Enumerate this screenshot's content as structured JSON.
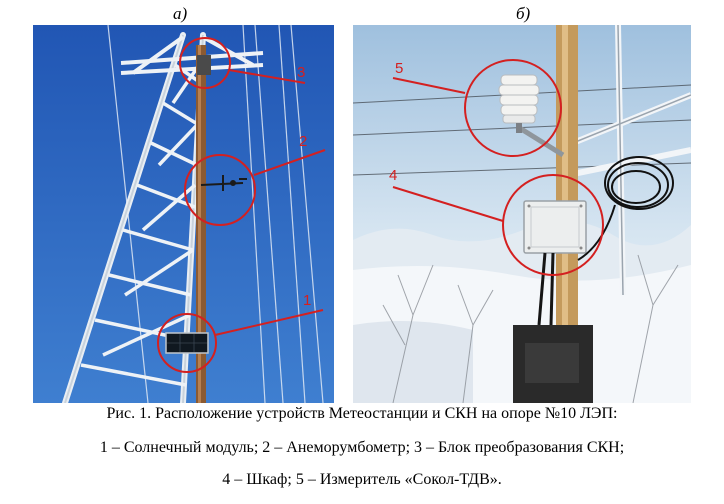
{
  "figure": {
    "panel_a_label": "а)",
    "panel_b_label": "б)",
    "panel_a_callouts": [
      "1",
      "2",
      "3"
    ],
    "panel_b_callouts": [
      "4",
      "5"
    ],
    "caption_line1": "Рис. 1. Расположение устройств Метеостанции и СКН на опоре №10 ЛЭП:",
    "caption_line2": "1 – Солнечный модуль; 2 – Анеморумбометр; 3 – Блок преобразования СКН;",
    "caption_line3": "4 – Шкаф; 5 – Измеритель «Сокол-ТДВ»."
  },
  "colors": {
    "callout_red": "#d42020",
    "sky_blue": "#1f4fa8",
    "winter_sky": "#cfe0ee"
  }
}
